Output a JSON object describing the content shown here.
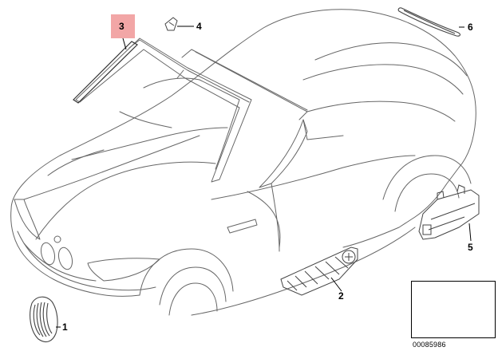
{
  "diagram": {
    "callouts": [
      {
        "id": "part-1",
        "label": "1"
      },
      {
        "id": "part-2",
        "label": "2"
      },
      {
        "id": "part-3",
        "label": "3",
        "highlighted": true
      },
      {
        "id": "part-4",
        "label": "4"
      },
      {
        "id": "part-5",
        "label": "5"
      },
      {
        "id": "part-6",
        "label": "6"
      }
    ],
    "document_number": "00085986",
    "colors": {
      "line": "#555555",
      "highlight": "#f2a6a6",
      "text": "#000000"
    }
  }
}
